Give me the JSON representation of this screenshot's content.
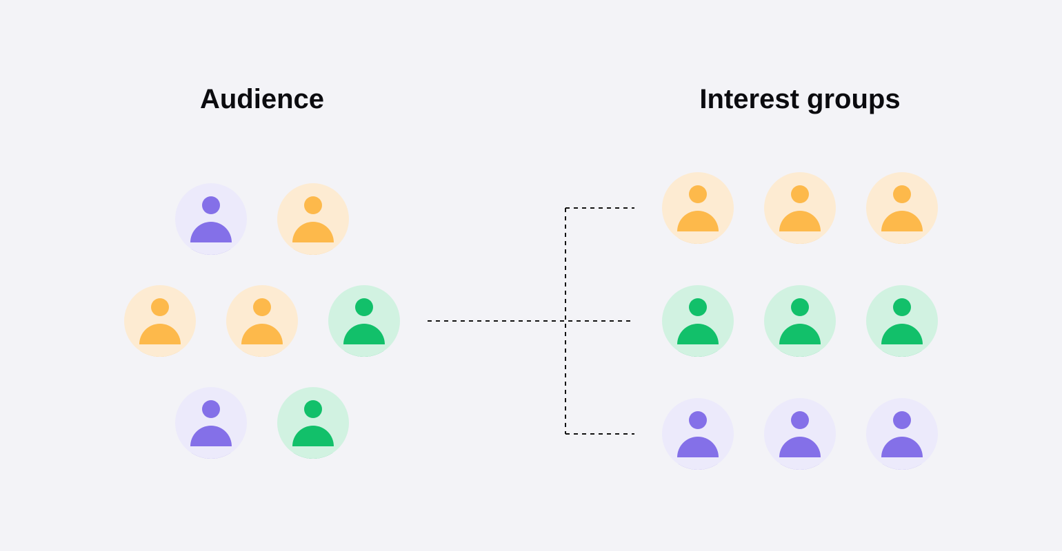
{
  "audience": {
    "title": "Audience",
    "people": [
      {
        "color": "purple"
      },
      {
        "color": "orange"
      },
      {
        "color": "orange"
      },
      {
        "color": "orange"
      },
      {
        "color": "green"
      },
      {
        "color": "purple"
      },
      {
        "color": "green"
      }
    ]
  },
  "interest_groups": {
    "title": "Interest groups",
    "groups": [
      {
        "color": "orange",
        "count": 3
      },
      {
        "color": "green",
        "count": 3
      },
      {
        "color": "purple",
        "count": 3
      }
    ]
  },
  "colors": {
    "background": "#F3F3F7",
    "purple": {
      "fill": "#8470E8",
      "bg": "#ECEAFB"
    },
    "orange": {
      "fill": "#FDB94B",
      "bg": "#FDEBD2"
    },
    "green": {
      "fill": "#12C06A",
      "bg": "#D1F2E1"
    }
  },
  "icons": [
    "user-icon"
  ]
}
